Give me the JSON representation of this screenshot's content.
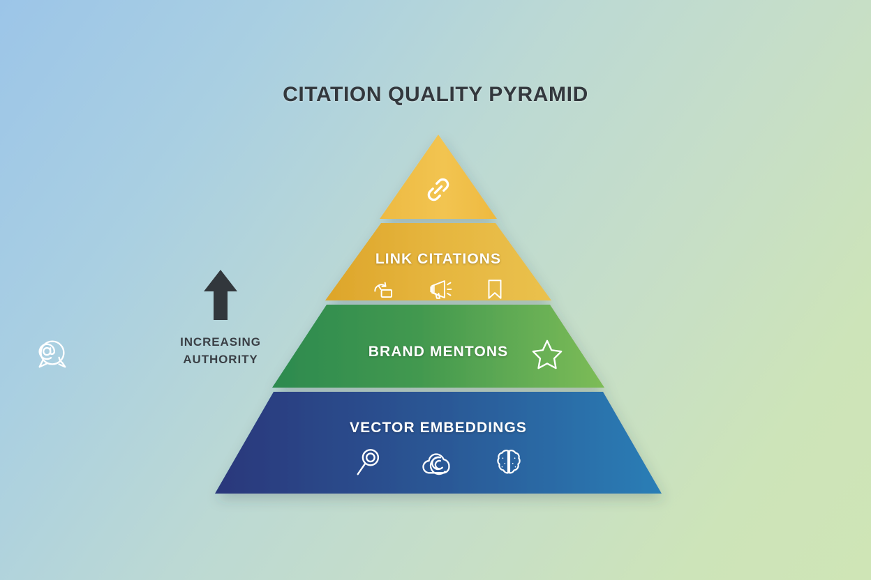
{
  "title": "CITATION QUALITY PYRAMID",
  "annotation": {
    "label": "INCREASING\nAUTHORITY",
    "icon": "up-arrow-icon"
  },
  "colors": {
    "background_start": "#9cc5e8",
    "background_end": "#cfe5b6",
    "title_text": "#33383d",
    "annotation_text": "#3a3f45",
    "tier_link_top": "#f0c04a",
    "tier_link_citations_left": "#dfa72c",
    "tier_link_citations_right": "#e8bc4a",
    "tier_brand_mentions_left": "#2e8b52",
    "tier_brand_mentions_right": "#79ba55",
    "tier_vector_embeddings_left": "#2b3a7d",
    "tier_vector_embeddings_right": "#2a7cb4",
    "tier_text": "#ffffff"
  },
  "chart_data": {
    "type": "pyramid",
    "title": "CITATION QUALITY PYRAMID",
    "axis_annotation": "INCREASING AUTHORITY",
    "axis_direction": "up",
    "tiers": [
      {
        "level": 1,
        "position": "apex",
        "label": "",
        "icons": [
          "chain-link-icon"
        ],
        "color_left": "#f0c04a",
        "color_right": "#f0c04a"
      },
      {
        "level": 2,
        "position": "upper-middle",
        "label": "LINK CITATIONS",
        "icons": [
          "share-link-icon",
          "megaphone-icon",
          "bookmark-icon"
        ],
        "color_left": "#dfa72c",
        "color_right": "#e8bc4a"
      },
      {
        "level": 3,
        "position": "lower-middle",
        "label": "BRAND MENTONS",
        "icons": [
          "at-speech-bubble-icon",
          "star-outline-icon"
        ],
        "color_left": "#2e8b52",
        "color_right": "#79ba55"
      },
      {
        "level": 4,
        "position": "base",
        "label": "VECTOR EMBEDDINGS",
        "icons": [
          "magnifier-icon",
          "cloud-spiral-icon",
          "brain-icon"
        ],
        "color_left": "#2b3a7d",
        "color_right": "#2a7cb4"
      }
    ]
  }
}
